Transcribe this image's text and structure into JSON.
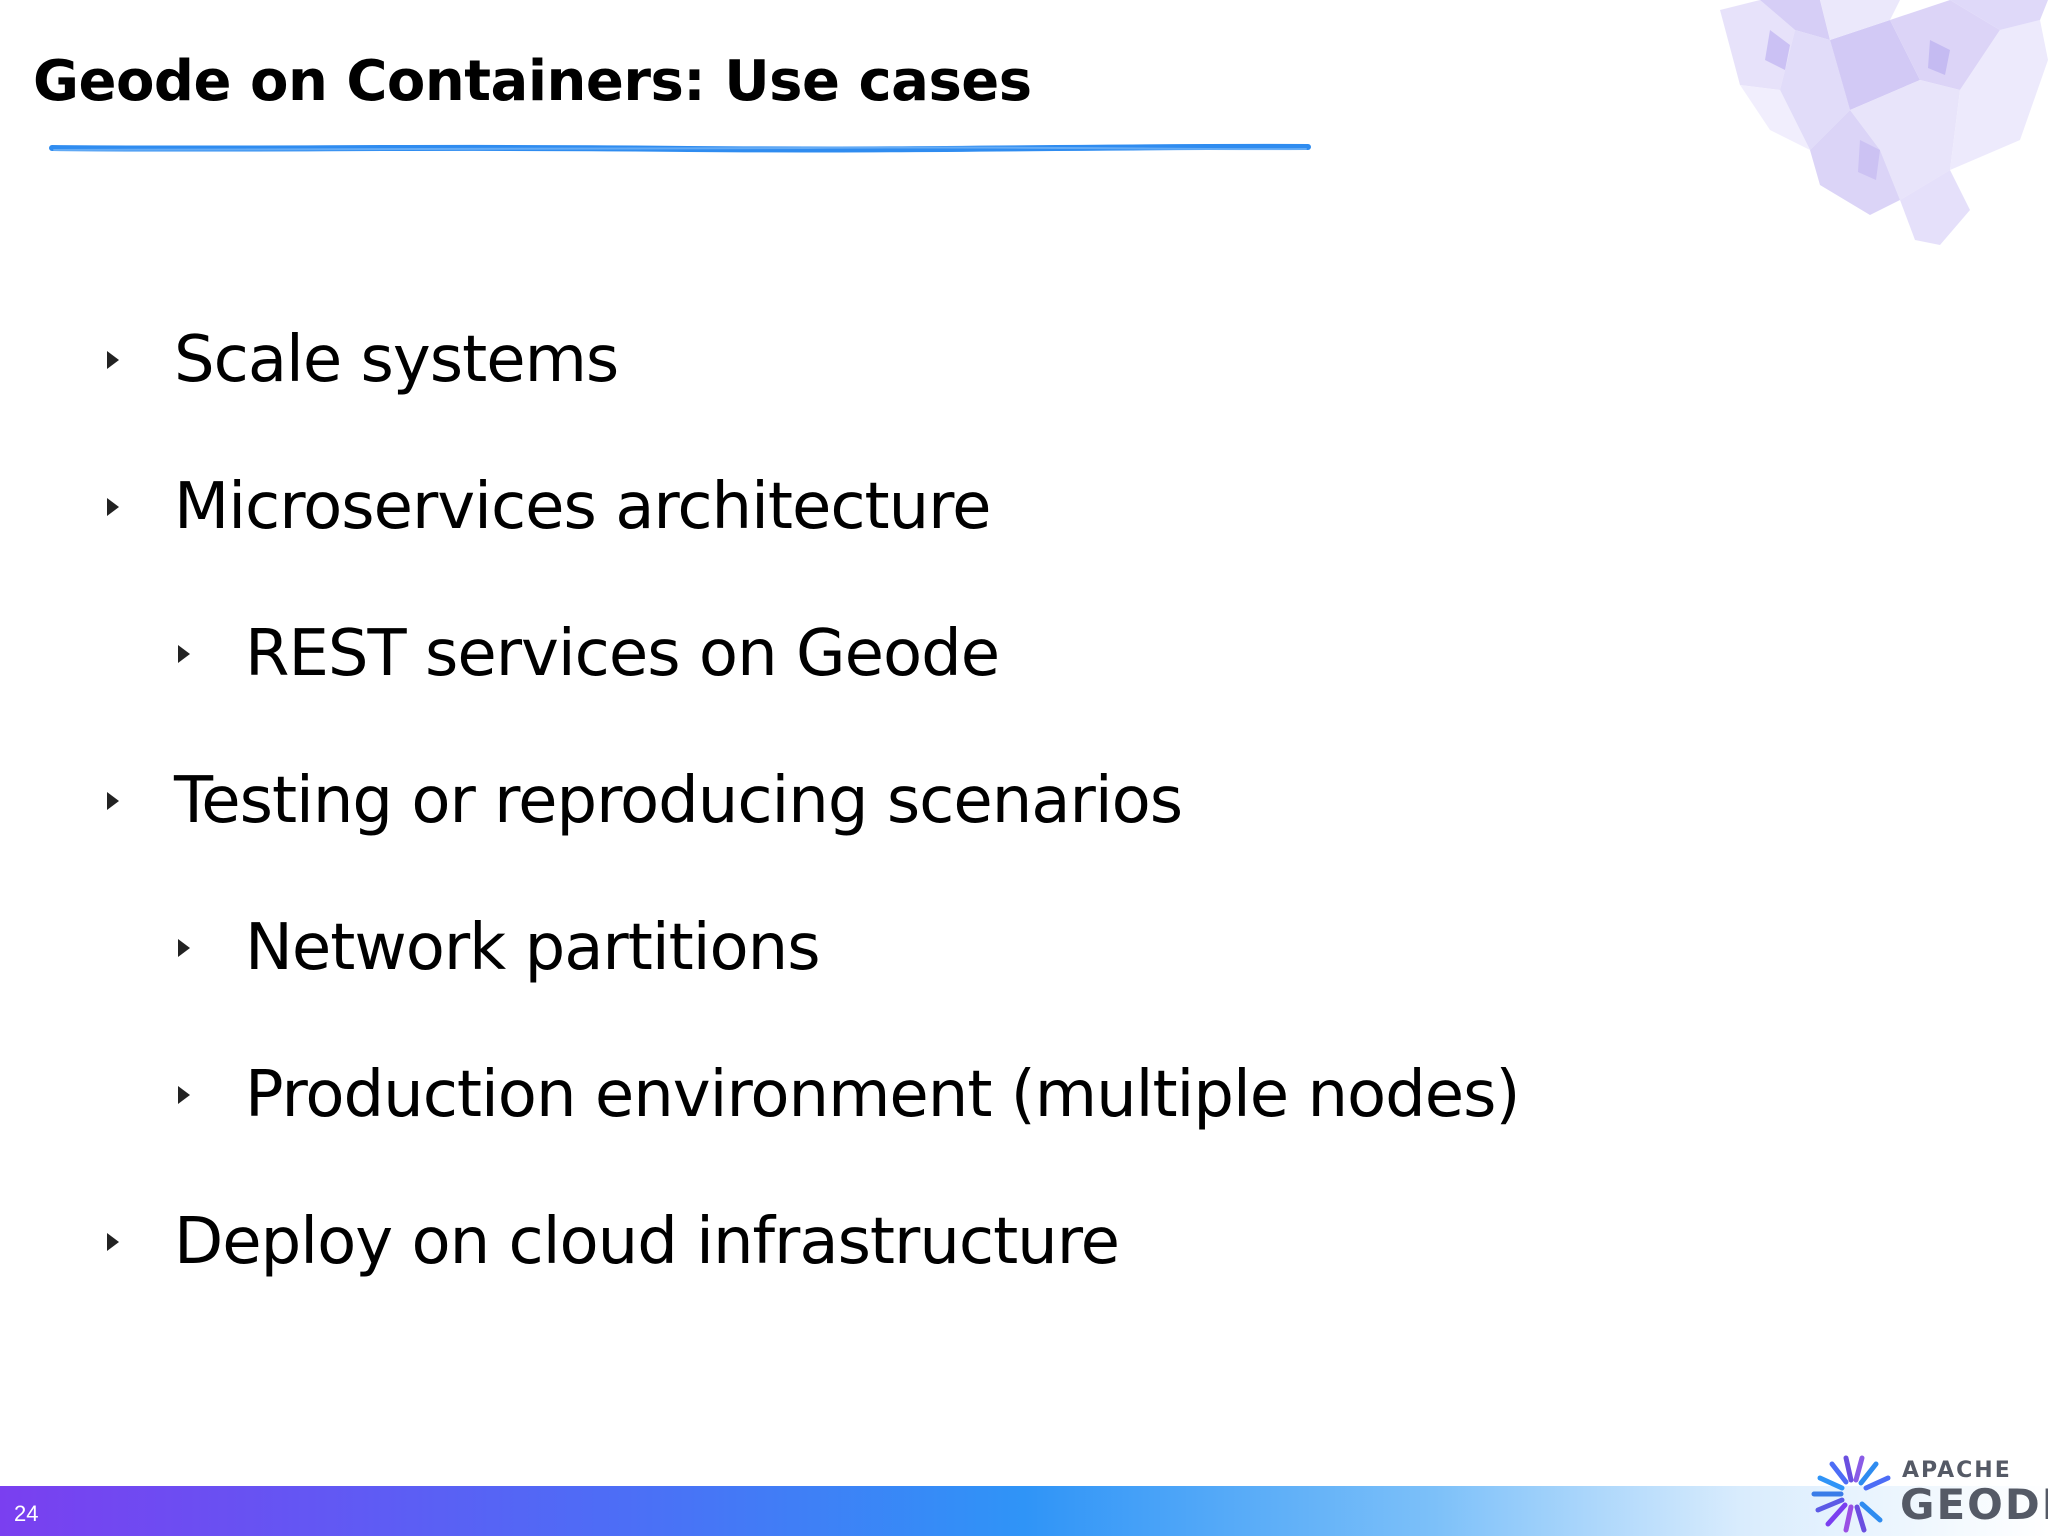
{
  "slide": {
    "title": "Geode on Containers: Use cases",
    "page_number": "24",
    "accent_color": "#2f8cf0",
    "bullets": [
      {
        "level": 1,
        "text": "Scale systems"
      },
      {
        "level": 1,
        "text": "Microservices architecture"
      },
      {
        "level": 2,
        "text": "REST services on Geode"
      },
      {
        "level": 1,
        "text": "Testing or reproducing scenarios"
      },
      {
        "level": 2,
        "text": "Network partitions"
      },
      {
        "level": 2,
        "text": "Production environment (multiple nodes)"
      },
      {
        "level": 1,
        "text": "Deploy on cloud infrastructure"
      }
    ]
  },
  "logo": {
    "apache": "APACHE",
    "geode": "GEODE"
  },
  "icons": {
    "bullet": "triangle-right-icon",
    "decoration": "crystal-icon",
    "logo_mark": "geode-sunburst-icon"
  }
}
